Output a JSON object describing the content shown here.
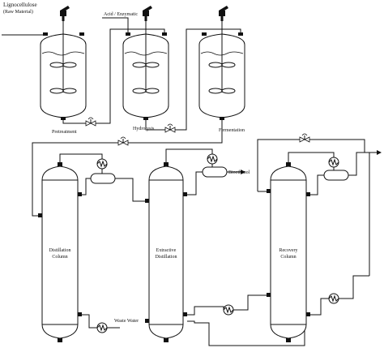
{
  "labels": {
    "feed": [
      "Lignocellulose",
      "(Raw Material)"
    ],
    "acid": "Acid / Enzymatic",
    "pretreatment": "Pretreatment",
    "hydrolysis": "Hydrolysis",
    "fermentation": "Fermentation",
    "distillation": [
      "Distillation",
      "Column"
    ],
    "extractive": [
      "Extractive",
      "Distillation"
    ],
    "recovery": [
      "Recovery",
      "Column"
    ],
    "bioethanol": "Bioethanol",
    "waste_water": "Waste Water"
  }
}
